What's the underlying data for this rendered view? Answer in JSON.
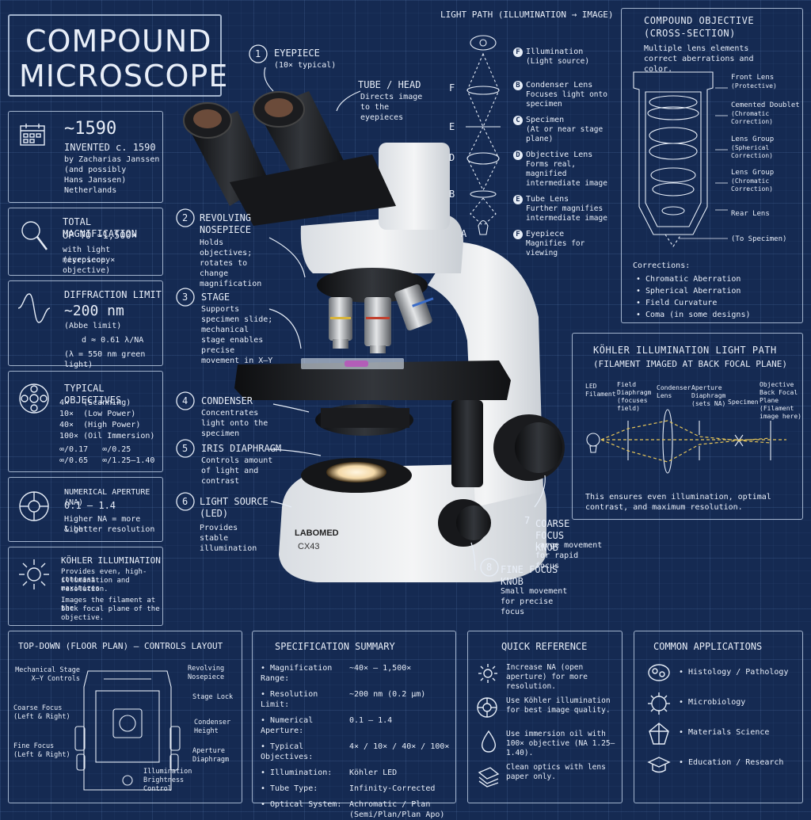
{
  "title": {
    "line1": "COMPOUND",
    "line2": "MICROSCOPE"
  },
  "facts": [
    {
      "icon": "calendar-icon",
      "head": "~1590",
      "lines": [
        "INVENTED c. 1590",
        "by Zacharias Janssen",
        "(and possibly",
        "Hans Janssen)",
        "Netherlands"
      ]
    },
    {
      "icon": "magnifier-icon",
      "head": "TOTAL MAGNIFICATION",
      "head2": "UP TO ~1,500×",
      "lines": [
        "with light microscopy",
        "(eyepiece × objective)"
      ]
    },
    {
      "icon": "wave-icon",
      "head": "DIFFRACTION LIMIT",
      "head2": "~200 nm",
      "lines": [
        "(Abbe limit)",
        "d ≈ 0.61 λ/NA",
        "(λ = 550 nm green light)"
      ]
    },
    {
      "icon": "turret-icon",
      "head": "TYPICAL OBJECTIVES",
      "lines": [
        "4×   (Scanning)",
        "10×  (Low Power)",
        "40×  (High Power)",
        "100× (Oil Immersion)",
        "∞/0.17   ∞/0.25",
        "∞/0.65   ∞/1.25–1.40"
      ]
    },
    {
      "icon": "aperture-icon",
      "head": "NUMERICAL APERTURE (NA)",
      "head2": "0.1 – 1.4",
      "lines": [
        "Higher NA = more light",
        "& better resolution"
      ]
    },
    {
      "icon": "sun-icon",
      "head": "KÖHLER ILLUMINATION",
      "lines": [
        "Provides even, high-contrast",
        "illumination and maximizes",
        "resolution.",
        "Images the filament at the",
        "back focal plane of the",
        "objective."
      ]
    }
  ],
  "callouts": [
    {
      "n": "1",
      "title": "EYEPIECE",
      "desc": "(10× typical)"
    },
    {
      "n": "",
      "title": "TUBE / HEAD",
      "desc": "Directs image to the eyepieces"
    },
    {
      "n": "2",
      "title": "REVOLVING NOSEPIECE",
      "desc": "Holds objectives; rotates to change magnification"
    },
    {
      "n": "3",
      "title": "STAGE",
      "desc": "Supports specimen slide; mechanical stage enables precise movement in X–Y"
    },
    {
      "n": "4",
      "title": "CONDENSER",
      "desc": "Concentrates light onto the specimen"
    },
    {
      "n": "5",
      "title": "IRIS DIAPHRAGM",
      "desc": "Controls amount of light and contrast"
    },
    {
      "n": "6",
      "title": "LIGHT SOURCE (LED)",
      "desc": "Provides stable illumination"
    },
    {
      "n": "7",
      "title": "COARSE FOCUS KNOB",
      "desc": "Large movement for rapid focus"
    },
    {
      "n": "8",
      "title": "FINE FOCUS KNOB",
      "desc": "Small movement for precise focus"
    }
  ],
  "brand": {
    "name": "LABOMED",
    "model": "CX43"
  },
  "lightpath": {
    "title": "LIGHT PATH (ILLUMINATION → IMAGE)",
    "letters": [
      "F",
      "E",
      "D",
      "B",
      "A"
    ],
    "items": [
      {
        "k": "F",
        "t": "Illumination",
        "d": "(Light source)"
      },
      {
        "k": "B",
        "t": "Condenser Lens",
        "d": "Focuses light onto specimen"
      },
      {
        "k": "C",
        "t": "Specimen",
        "d": "(At or near stage plane)"
      },
      {
        "k": "D",
        "t": "Objective Lens",
        "d": "Forms real, magnified intermediate image"
      },
      {
        "k": "E",
        "t": "Tube Lens",
        "d": "Further magnifies intermediate image"
      },
      {
        "k": "F",
        "t": "Eyepiece",
        "d": "Magnifies for viewing"
      }
    ]
  },
  "objective": {
    "title": "COMPOUND OBJECTIVE",
    "subtitle": "(CROSS-SECTION)",
    "desc": "Multiple lens elements correct aberrations and color.",
    "labels": [
      {
        "t": "Front Lens",
        "d": "(Protective)"
      },
      {
        "t": "Cemented Doublet",
        "d": "(Chromatic Correction)"
      },
      {
        "t": "Lens Group",
        "d": "(Spherical Correction)"
      },
      {
        "t": "Lens Group",
        "d": "(Chromatic Correction)"
      },
      {
        "t": "Rear Lens",
        "d": ""
      },
      {
        "t": "(To Specimen)",
        "d": ""
      }
    ],
    "corrections_title": "Corrections:",
    "corrections": [
      "Chromatic Aberration",
      "Spherical Aberration",
      "Field Curvature",
      "Coma (in some designs)"
    ]
  },
  "kohler": {
    "title": "KÖHLER ILLUMINATION LIGHT PATH",
    "subtitle": "(FILAMENT IMAGED AT BACK FOCAL PLANE)",
    "labels": [
      "LED Filament",
      "Field Diaphragm (focuses field)",
      "Condenser Lens",
      "Aperture Diaphragm (sets NA)",
      "Specimen",
      "Objective Back Focal Plane (Filament image here)"
    ],
    "note": "This ensures even illumination, optimal contrast, and maximum resolution."
  },
  "floorplan": {
    "title": "TOP-DOWN (FLOOR PLAN) – CONTROLS LAYOUT",
    "labels": [
      "Mechanical Stage X–Y Controls",
      "Revolving Nosepiece",
      "Stage Lock",
      "Coarse Focus (Left & Right)",
      "Condenser Height",
      "Fine Focus (Left & Right)",
      "Aperture Diaphragm",
      "Illumination Brightness Control"
    ]
  },
  "specs": {
    "title": "SPECIFICATION SUMMARY",
    "rows": [
      {
        "k": "Magnification Range:",
        "v": "~40× – 1,500×"
      },
      {
        "k": "Resolution Limit:",
        "v": "~200 nm (0.2 µm)"
      },
      {
        "k": "Numerical Aperture:",
        "v": "0.1 – 1.4"
      },
      {
        "k": "Typical Objectives:",
        "v": "4× / 10× / 40× / 100×"
      },
      {
        "k": "Illumination:",
        "v": "Köhler LED"
      },
      {
        "k": "Tube Type:",
        "v": "Infinity-Corrected"
      },
      {
        "k": "Optical System:",
        "v": "Achromatic / Plan (Semi/Plan/Plan Apo)"
      }
    ]
  },
  "quickref": {
    "title": "QUICK REFERENCE",
    "items": [
      {
        "icon": "sun-icon",
        "t": "Increase NA (open aperture) for more resolution."
      },
      {
        "icon": "aperture-icon",
        "t": "Use Köhler illumination for best image quality."
      },
      {
        "icon": "droplet-icon",
        "t": "Use immersion oil with 100× objective (NA 1.25–1.40)."
      },
      {
        "icon": "paper-icon",
        "t": "Clean optics with lens paper only."
      }
    ]
  },
  "applications": {
    "title": "COMMON APPLICATIONS",
    "items": [
      {
        "icon": "cells-icon",
        "t": "Histology / Pathology"
      },
      {
        "icon": "microbe-icon",
        "t": "Microbiology"
      },
      {
        "icon": "crystal-icon",
        "t": "Materials Science"
      },
      {
        "icon": "grad-cap-icon",
        "t": "Education / Research"
      }
    ]
  },
  "colors": {
    "bg": "#152a52",
    "line": "#e6edf7",
    "accent": "#e8c75a"
  }
}
